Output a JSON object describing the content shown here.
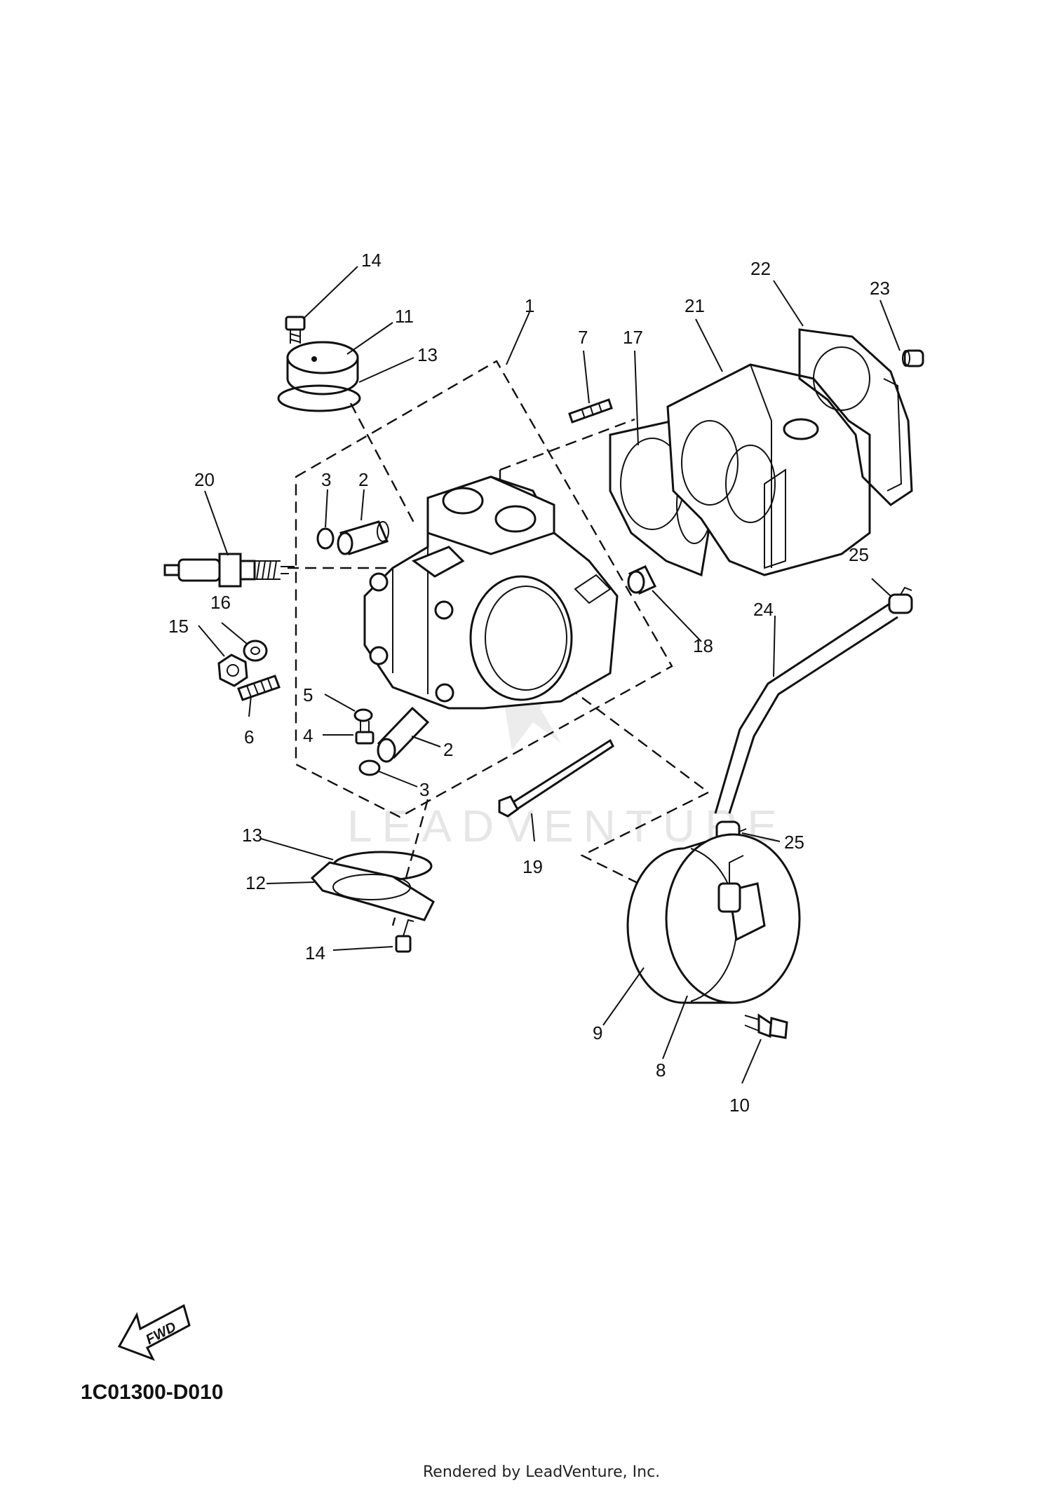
{
  "diagram": {
    "code": "1C01300-D010",
    "footer": "Rendered by LeadVenture, Inc.",
    "watermark": "LEADVENTURE",
    "fwd_label": "FWD",
    "callouts": {
      "c1": "1",
      "c2a": "2",
      "c2b": "2",
      "c3a": "3",
      "c3b": "3",
      "c4": "4",
      "c5": "5",
      "c6": "6",
      "c7": "7",
      "c8": "8",
      "c9": "9",
      "c10": "10",
      "c11": "11",
      "c12": "12",
      "c13a": "13",
      "c13b": "13",
      "c14a": "14",
      "c14b": "14",
      "c15": "15",
      "c16": "16",
      "c17": "17",
      "c18": "18",
      "c19": "19",
      "c20": "20",
      "c21": "21",
      "c22": "22",
      "c23": "23",
      "c24": "24",
      "c25a": "25",
      "c25b": "25"
    }
  }
}
